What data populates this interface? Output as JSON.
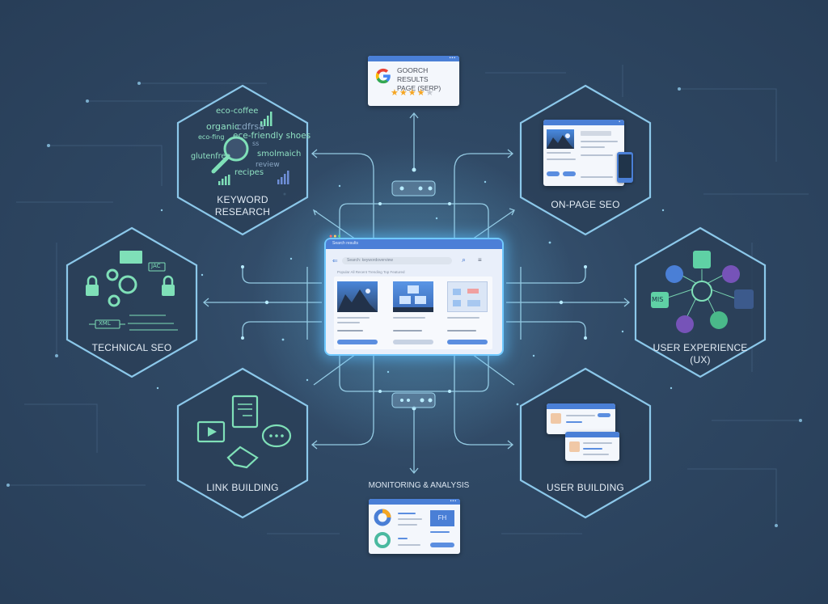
{
  "diagram": {
    "title_hint": "SEO ecosystem diagram",
    "center": {
      "label": "Search results browser window",
      "tab_text": "Search results",
      "address_text": "Search: keywordoverview",
      "filters_text": "Popular  All  Recent  Trending  Top  Featured"
    },
    "top_card": {
      "title_line1": "GOORCH RESULTS",
      "title_line2": "PAGE (SERP)",
      "rating_filled": "★★★★",
      "rating_empty": "★"
    },
    "nodes": [
      {
        "id": "keyword-research",
        "label_line1": "KEYWORD",
        "label_line2": "RESEARCH"
      },
      {
        "id": "on-page-seo",
        "label_line1": "ON-PAGE SEO",
        "label_line2": ""
      },
      {
        "id": "technical-seo",
        "label_line1": "TECHNICAL SEO",
        "label_line2": ""
      },
      {
        "id": "user-experience",
        "label_line1": "USER EXPERIENCE",
        "label_line2": "(UX)"
      },
      {
        "id": "link-building",
        "label_line1": "LINK BUILDING",
        "label_line2": ""
      },
      {
        "id": "user-building",
        "label_line1": "USER BUILDING",
        "label_line2": ""
      }
    ],
    "bottom_card": {
      "label": "MONITORING & ANALYSIS",
      "badge_text": "FH"
    },
    "keywords": [
      "eco-coffee",
      "organic",
      "cdfrsa",
      "ece-friendly shoes",
      "eco-fing",
      "ss",
      "smolmaich",
      "glutenfree",
      "recipes",
      "review"
    ],
    "technical_tags": [
      "JAC",
      "XML"
    ],
    "ux_tags": [
      "MIS"
    ],
    "colors": {
      "background": "#2f4864",
      "hex_stroke": "#8cc8ea",
      "hex_fill": "#2b3f58",
      "accent_mint": "#7fe0b8",
      "accent_blue": "#4a7fd6",
      "connector": "#9fd8f0",
      "glow": "#5ac0ff"
    }
  }
}
